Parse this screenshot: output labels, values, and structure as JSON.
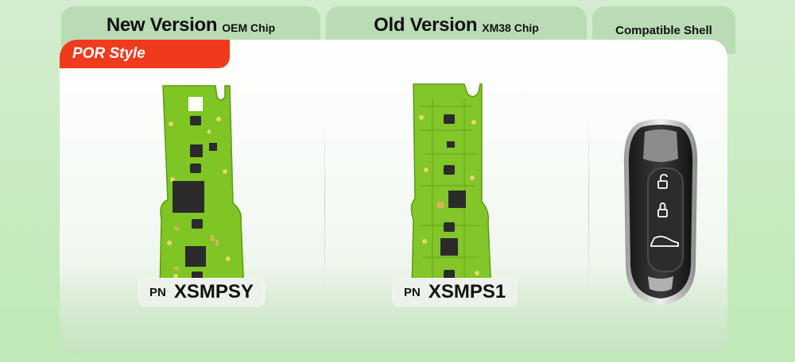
{
  "columns": [
    {
      "title": "New Version",
      "subtitle": "OEM Chip"
    },
    {
      "title": "Old Version",
      "subtitle": "XM38 Chip"
    },
    {
      "title": "Compatible Shell"
    }
  ],
  "style_label": "POR Style",
  "products": [
    {
      "pn_label": "PN",
      "pn_code": "XSMPSY"
    },
    {
      "pn_label": "PN",
      "pn_code": "XSMPS1"
    }
  ],
  "colors": {
    "tab_bg": "#b9dcb5",
    "badge_red": "#f03a1e",
    "pcb_green": "#7bc41d"
  }
}
